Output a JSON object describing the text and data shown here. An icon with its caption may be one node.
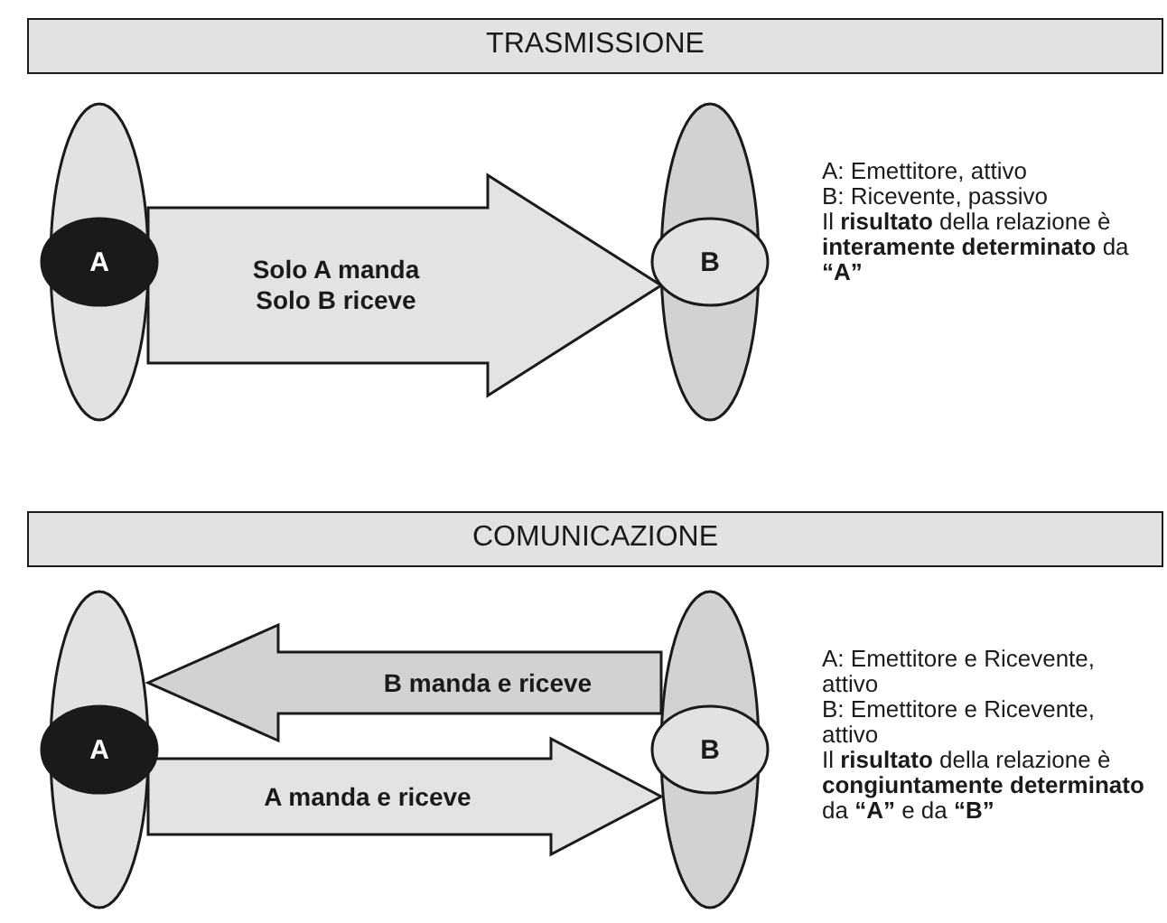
{
  "diagram": {
    "nodes": [
      {
        "text": [
          "TRASMISSIONE"
        ]
      },
      {
        "text": [
          "A"
        ]
      },
      {
        "text": [
          "B"
        ]
      },
      {
        "text": [
          "COMUNICAZIONE"
        ]
      },
      {
        "text": [
          "A"
        ]
      },
      {
        "text": [
          "B"
        ]
      }
    ],
    "edges": [
      {
        "from": 1,
        "to": 2,
        "arrow": "to",
        "label": "Solo A manda Solo B riceve"
      },
      {
        "from": 5,
        "to": 4,
        "arrow": "to",
        "label": "B manda e riceve"
      },
      {
        "from": 4,
        "to": 5,
        "arrow": "to",
        "label": "A manda e riceve"
      }
    ],
    "labels": [
      "A: Emettitore, attivo",
      "B: Ricevente, passivo",
      "Il **risultato** della relazione è **interamente determinato** da **“A”**",
      "A: Emettitore e Ricevente, attivo",
      "B: Emettitore e Ricevente, attivo",
      "Il **risultato** della relazione è **congiuntamente determinato** da **“A”** e da **“B”**"
    ]
  }
}
